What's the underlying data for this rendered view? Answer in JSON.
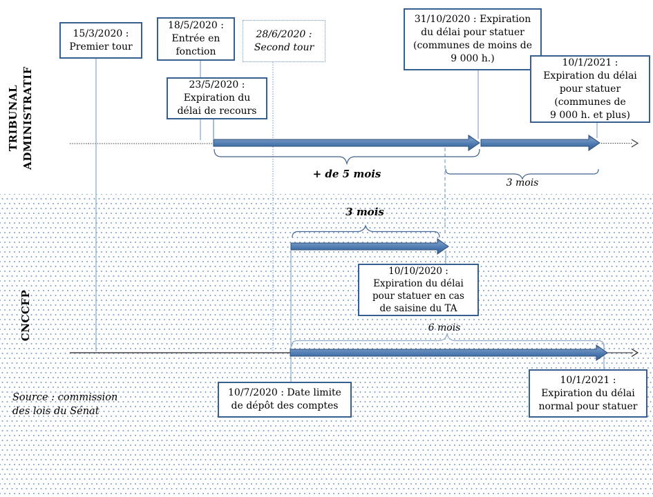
{
  "diagram": {
    "tracks": {
      "tribunal": {
        "label": "TRIBUNAL\nADMINISTRATIF"
      },
      "cnccfp": {
        "label": "CNCCFP"
      }
    },
    "boxes": {
      "premier_tour": {
        "text": "15/3/2020 :\nPremier tour"
      },
      "entree_fonction": {
        "text": "18/5/2020 :\nEntrée en\nfonction"
      },
      "second_tour": {
        "text": "28/6/2020 :\nSecond tour"
      },
      "delai_recours": {
        "text": "23/5/2020 :\nExpiration du\ndélai de recours"
      },
      "statuer_moins_9000": {
        "text": "31/10/2020 : Expiration\ndu délai pour statuer\n(communes de moins de\n9 000 h.)"
      },
      "statuer_9000_plus": {
        "text": "10/1/2021 :\nExpiration du délai\npour statuer\n(communes de\n9 000 h. et plus)"
      },
      "saisine_ta": {
        "text": "10/10/2020 :\nExpiration du délai\npour statuer en cas\nde saisine du TA"
      },
      "depot_comptes": {
        "text": "10/7/2020 : Date limite\nde dépôt des comptes"
      },
      "delai_normal": {
        "text": "10/1/2021 :\nExpiration du délai\nnormal pour statuer"
      }
    },
    "durations": {
      "plus_5_mois": "+ de 5 mois",
      "trois_mois_ta": "3 mois",
      "trois_mois_cnccfp": "3 mois",
      "six_mois": "6 mois"
    },
    "source_note": "Source : commission\ndes lois  du Sénat",
    "colors": {
      "arrow_fill": "#4a78ae",
      "arrow_highlight": "#7094c2",
      "arrow_border": "#2c4d78",
      "box_border": "#365f91",
      "connector_blue": "#95b3d7",
      "bracket_dark": "#3d5f8a",
      "bracket_light": "#8fa9cc",
      "background_dots": "#7da0cc"
    }
  }
}
